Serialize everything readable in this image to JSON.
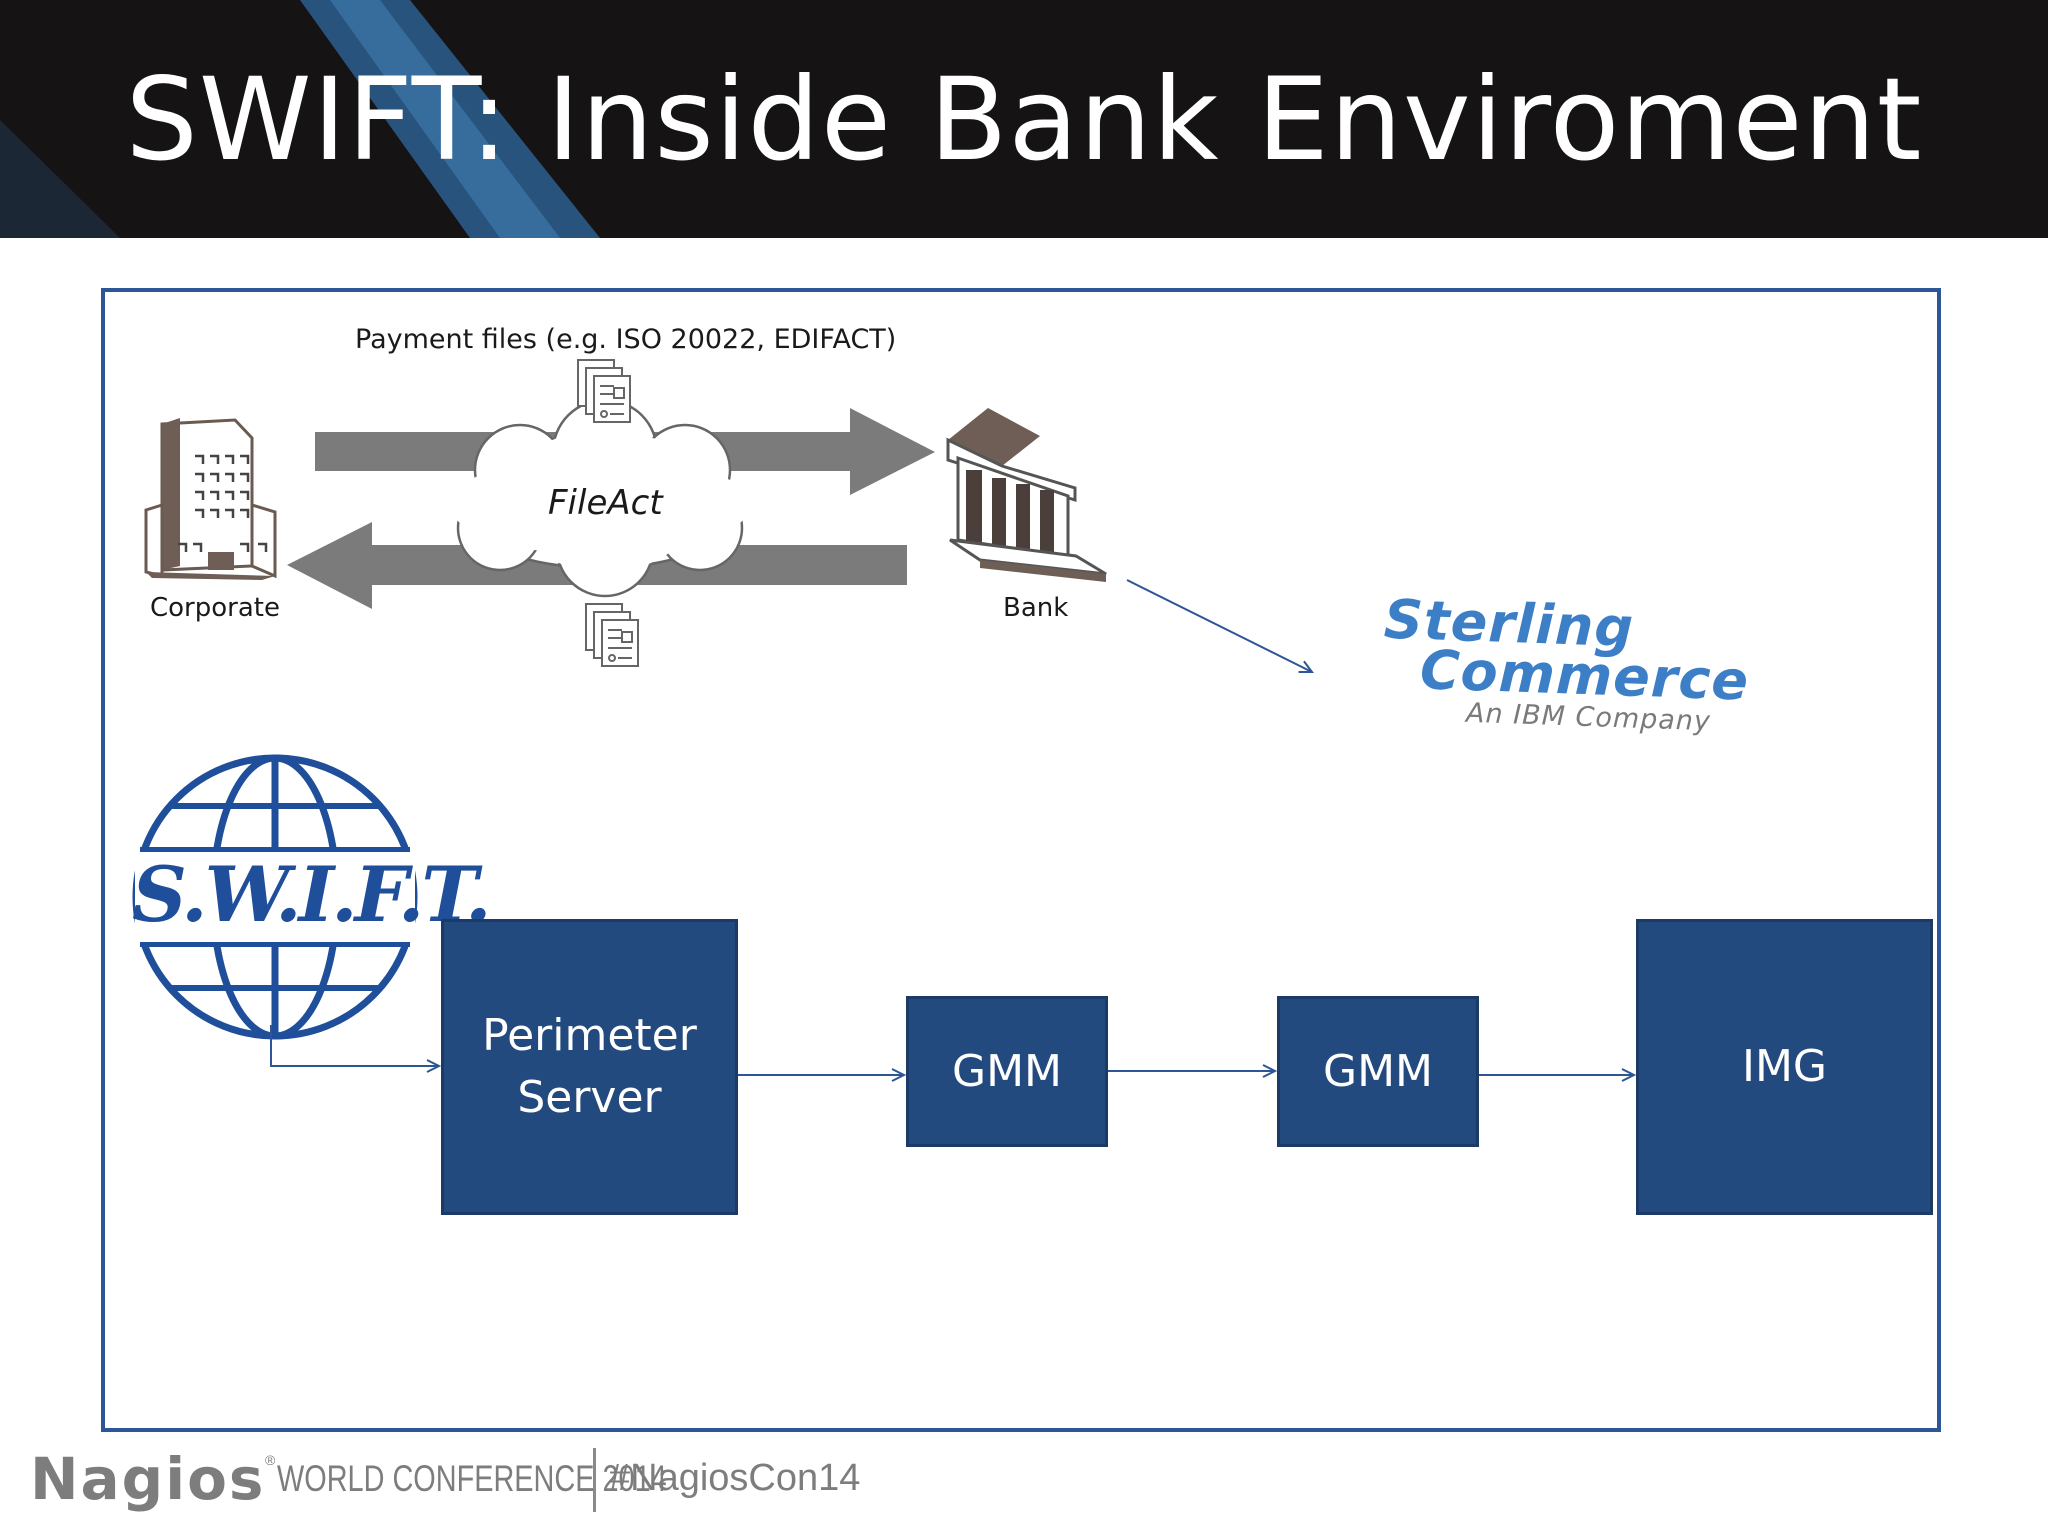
{
  "slide": {
    "title": "SWIFT: Inside Bank Enviroment"
  },
  "fileact_diagram": {
    "payment_label": "Payment files (e.g. ISO 20022, EDIFACT)",
    "cloud_label": "FileAct",
    "corporate_label": "Corporate",
    "bank_label": "Bank"
  },
  "sterling_logo": {
    "line1": "Sterling",
    "line2": "Commerce",
    "line3": "An IBM Company"
  },
  "swift_logo": {
    "text": "S.W.I.F.T."
  },
  "flow": {
    "perimeter": "Perimeter\nServer",
    "gmm1": "GMM",
    "gmm2": "GMM",
    "img": "IMG"
  },
  "footer": {
    "brand": "Nagios",
    "registered": "®",
    "conference": "WORLD CONFERENCE 2014",
    "hashtag": "#NagiosCon14"
  },
  "colors": {
    "header_bg": "#161314",
    "frame_border": "#2d5697",
    "box_fill": "#234a7e",
    "arrow_gray": "#7b7b7b",
    "swift_blue": "#1f4e9a",
    "sterling_blue": "#3d7fc6"
  }
}
